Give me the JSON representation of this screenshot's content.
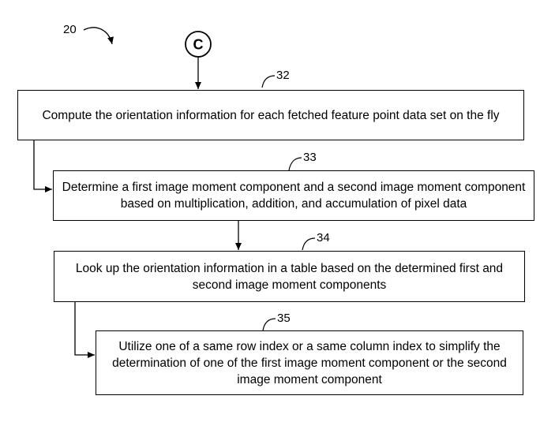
{
  "figure": {
    "figure_ref": "20",
    "connector_label": "C"
  },
  "steps": [
    {
      "ref": "32",
      "text": "Compute the orientation information for each fetched feature point data set on the fly"
    },
    {
      "ref": "33",
      "text": "Determine a first image moment component and a second image moment component based on multiplication, addition, and accumulation of pixel data"
    },
    {
      "ref": "34",
      "text": "Look up the orientation information in a table based on the determined first and second image moment components"
    },
    {
      "ref": "35",
      "text": "Utilize one of a same row index or a same column index to simplify the determination of one of the first image moment component or the second image moment component"
    }
  ]
}
